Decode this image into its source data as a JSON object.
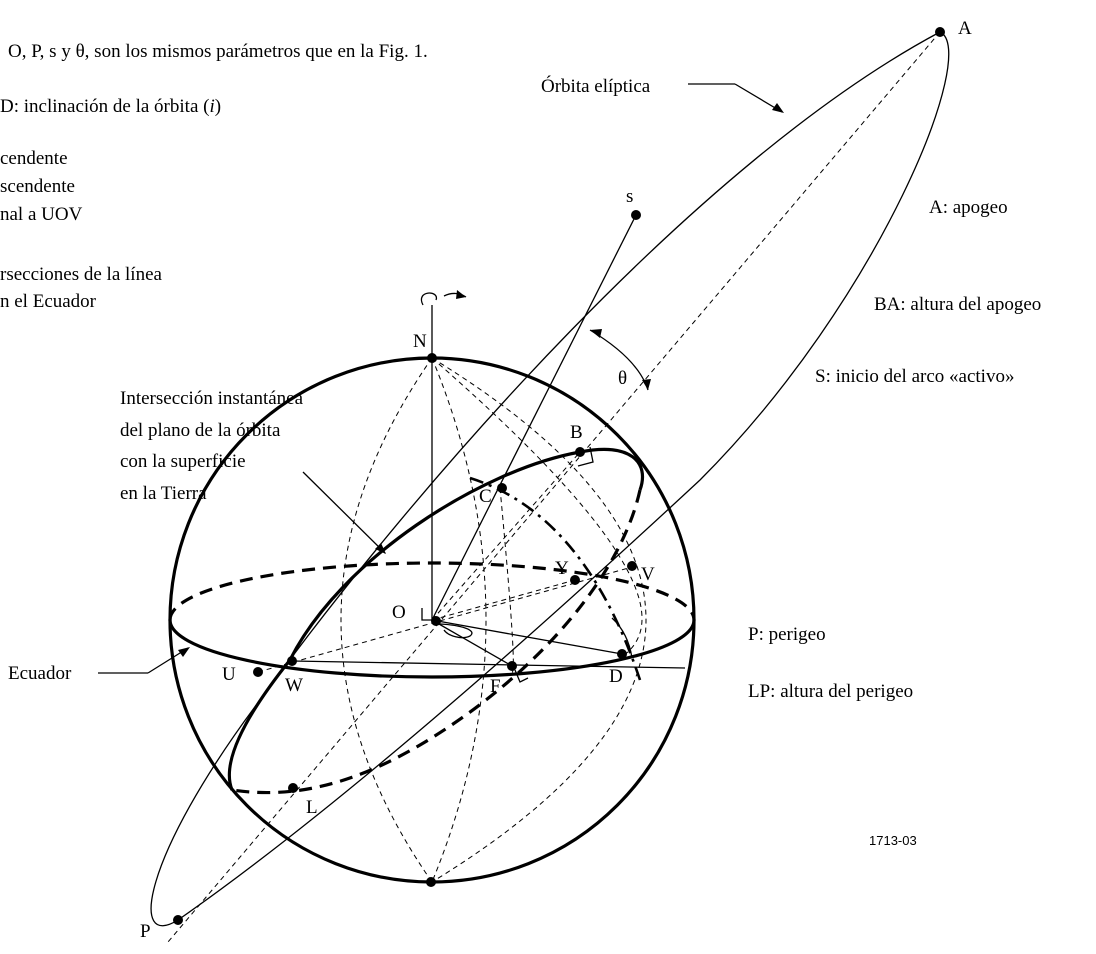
{
  "legend_top": {
    "line1": "O, P, s y θ, son los mismos parámetros que en la Fig. 1.",
    "line2_prefix": "D: inclinación de la órbita (",
    "line2_italic": "i",
    "line2_suffix": ")",
    "line3": "cendente",
    "line4": "scendente",
    "line5": "nal a UOV",
    "line6": "rsecciones de la línea",
    "line7": "n el Ecuador"
  },
  "labels": {
    "orbit": "Órbita elíptica",
    "intersection_1": "Intersección instantánea",
    "intersection_2": "del plano de la órbita",
    "intersection_3": "con la superficie",
    "intersection_4": "en la Tierra",
    "equator": "Ecuador"
  },
  "legend_right": {
    "apogee": "A: apogeo",
    "apogee_height": "BA: altura del apogeo",
    "active_arc": "S: inicio del arco «activo»",
    "perigee": "P: perigeo",
    "perigee_height": "LP: altura del perigeo"
  },
  "points": {
    "A": "A",
    "s": "s",
    "N": "N",
    "theta": "θ",
    "B": "B",
    "C": "C",
    "Y": "Y",
    "V": "V",
    "O": "O",
    "D": "D",
    "F": "F",
    "U": "U",
    "W": "W",
    "L": "L",
    "P": "P"
  },
  "figure_id": "1713-03"
}
